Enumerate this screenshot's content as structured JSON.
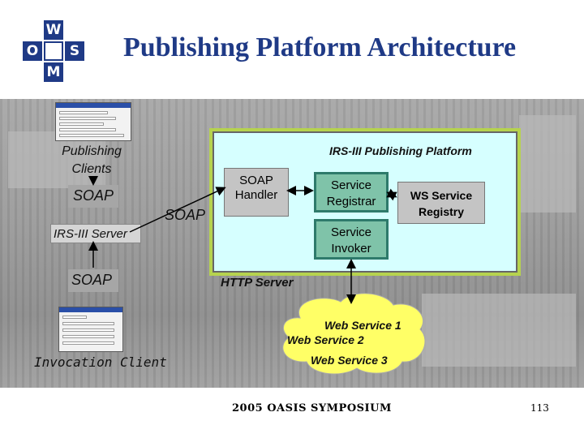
{
  "slide": {
    "title": "Publishing Platform  Architecture",
    "logo": {
      "letters": [
        "W",
        "O",
        "S",
        "M"
      ]
    },
    "footer": "2005 OASIS SYMPOSIUM",
    "page_number": "113"
  },
  "diagram": {
    "publishing_clients": "Publishing Clients",
    "soap_left_top": "SOAP",
    "soap_middle": "SOAP",
    "irs_server": "IRS-III Server",
    "soap_left_bottom": "SOAP",
    "invocation_client": "Invocation Client",
    "platform_title": "IRS-III Publishing Platform",
    "soap_handler": [
      "SOAP",
      "Handler"
    ],
    "service_registrar": [
      "Service",
      "Registrar"
    ],
    "service_invoker": [
      "Service",
      "Invoker"
    ],
    "ws_registry": [
      "WS Service",
      "Registry"
    ],
    "http_server": "HTTP Server",
    "web_services": [
      "Web Service 1",
      "Web Service 2",
      "Web Service 3"
    ]
  },
  "colors": {
    "title": "#1f3a86",
    "platform_fill": "#d6ffff",
    "service_box": "#7fc3a9",
    "cloud": "#ffff66"
  }
}
